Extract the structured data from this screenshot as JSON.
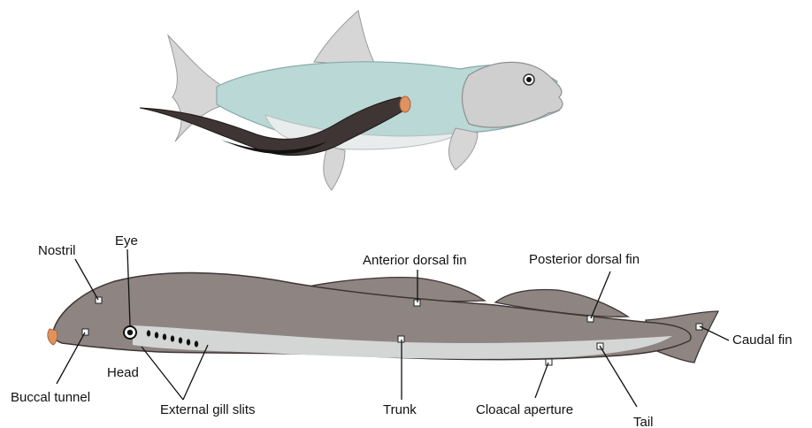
{
  "labels": {
    "nostril": "Nostril",
    "eye": "Eye",
    "anterior_dorsal_fin": "Anterior dorsal fin",
    "posterior_dorsal_fin": "Posterior dorsal fin",
    "caudal_fin": "Caudal fin",
    "head": "Head",
    "buccal_tunnel": "Buccal tunnel",
    "external_gill_slits": "External gill slits",
    "trunk": "Trunk",
    "cloacal_aperture": "Cloacal aperture",
    "tail": "Tail"
  },
  "colors": {
    "fish_body": "#b9d8d6",
    "fish_dark": "#7f9fa3",
    "fish_fin": "#d8d8d8",
    "lamprey_dark": "#3e3534",
    "lamprey_body": "#8e8582",
    "lamprey_belly": "#d4d6d6",
    "oral_disc": "#e0925f"
  }
}
